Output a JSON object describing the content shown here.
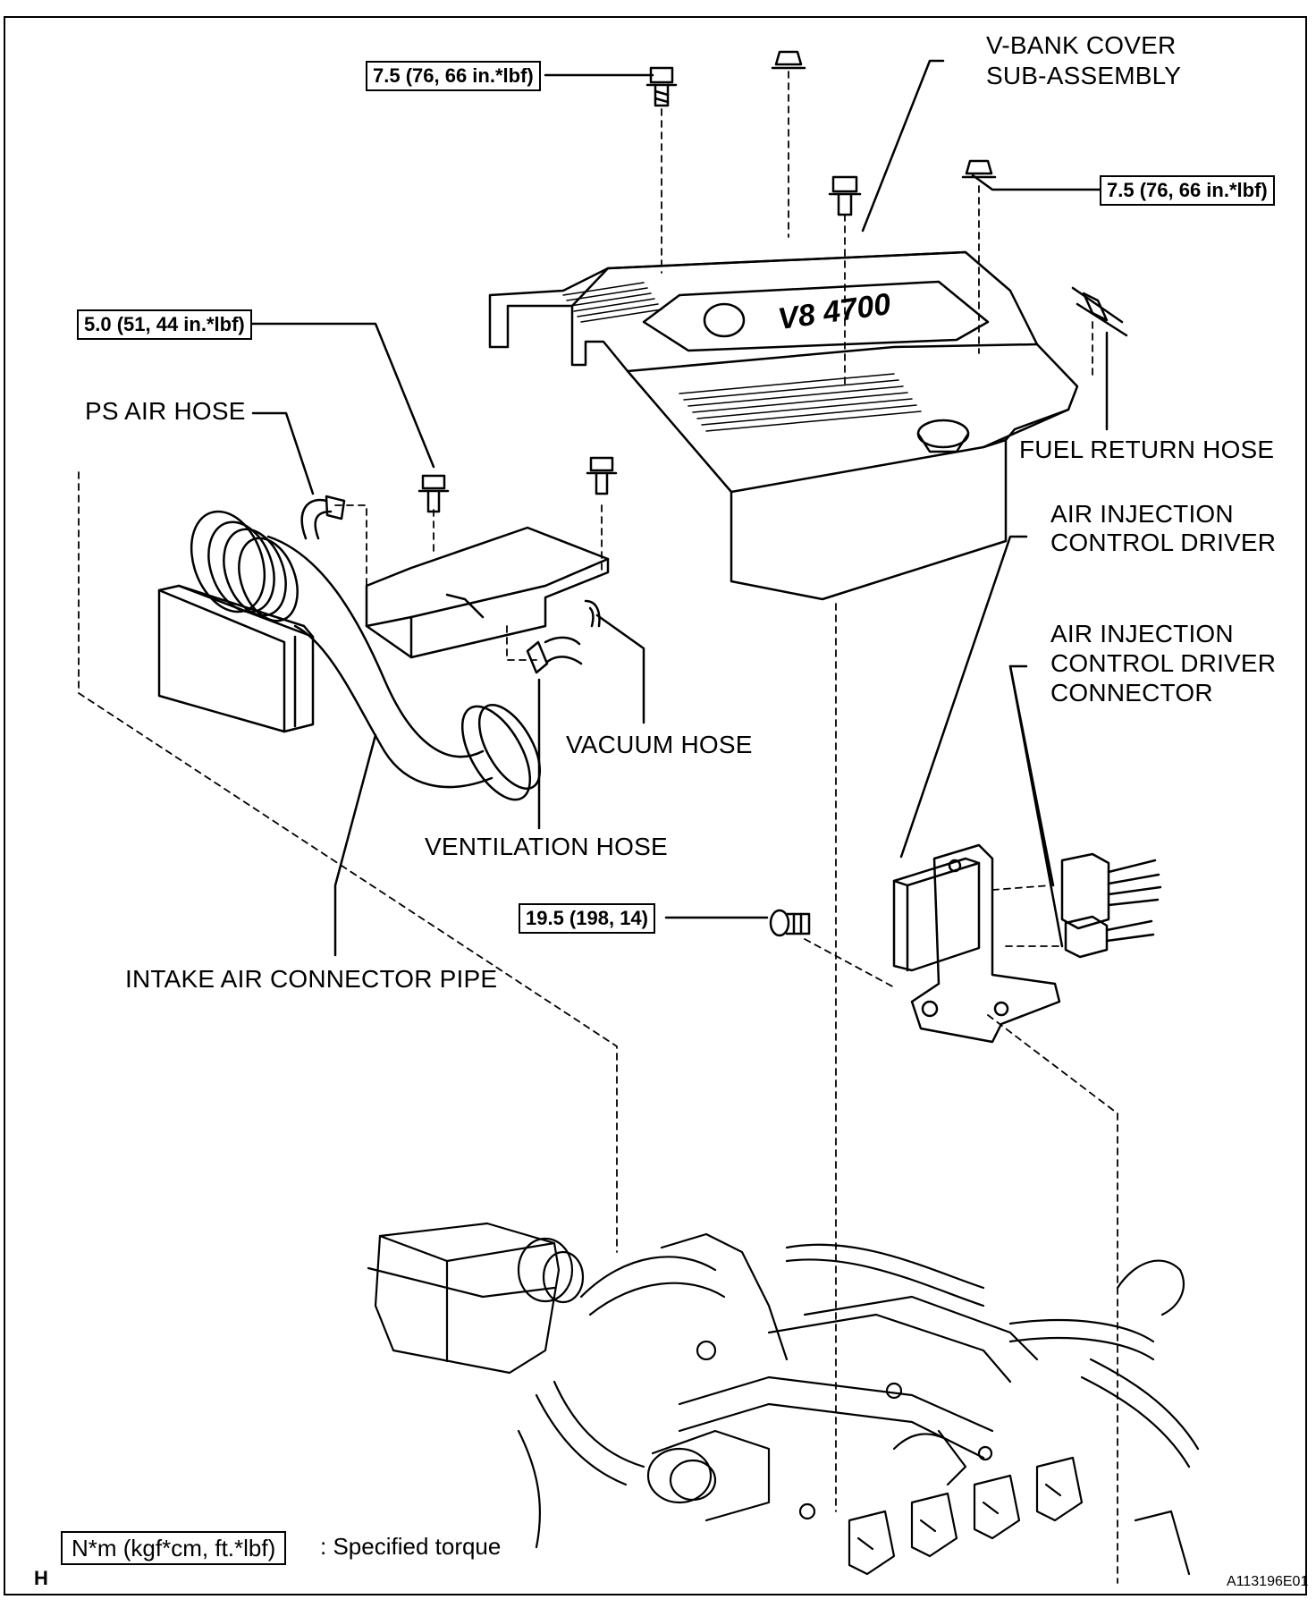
{
  "labels": {
    "v_bank_cover_1": "V-BANK COVER",
    "v_bank_cover_2": "SUB-ASSEMBLY",
    "ps_air_hose": "PS AIR HOSE",
    "fuel_return_hose": "FUEL RETURN HOSE",
    "air_injection_control_driver_1": "AIR INJECTION",
    "air_injection_control_driver_2": "CONTROL DRIVER",
    "air_injection_connector_1": "AIR INJECTION",
    "air_injection_connector_2": "CONTROL DRIVER",
    "air_injection_connector_3": "CONNECTOR",
    "vacuum_hose": "VACUUM HOSE",
    "ventilation_hose": "VENTILATION HOSE",
    "intake_air_connector_pipe": "INTAKE AIR CONNECTOR PIPE"
  },
  "torques": {
    "top_left_bolt": "7.5 (76, 66 in.*lbf)",
    "right_nut": "7.5 (76, 66 in.*lbf)",
    "intake_bolt": "5.0 (51, 44 in.*lbf)",
    "bracket_bolt": "19.5 (198, 14)"
  },
  "legend": {
    "unit_box": "N*m (kgf*cm, ft.*lbf)",
    "description": ": Specified torque"
  },
  "footer": {
    "page_letter": "H",
    "figure_code": "A113196E01"
  },
  "colors": {
    "line": "#000000",
    "background": "#ffffff"
  }
}
